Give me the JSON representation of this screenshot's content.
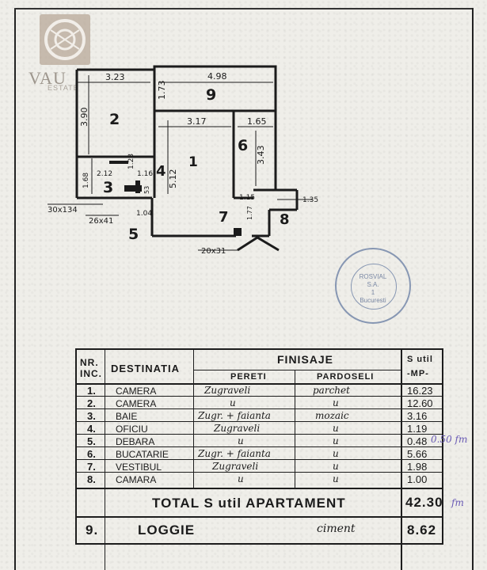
{
  "logo": {
    "text": "VAU",
    "sub": "ESTATE"
  },
  "plan": {
    "rooms": [
      "1",
      "2",
      "3",
      "4",
      "5",
      "6",
      "7",
      "8",
      "9"
    ],
    "dims": {
      "w_2": "3.23",
      "w_9": "4.98",
      "h_2": "3.90",
      "h_9": "1.73",
      "w_1": "3.17",
      "w_6": "1.65",
      "h_6": "3.43",
      "h_1": "5.12",
      "d_212": "2.12",
      "d_123": "1.23",
      "d_16": "1.16",
      "d_168": "1.68",
      "d_53": "53",
      "d_104": "1.04",
      "d_115": "1.15",
      "d_177": "1.77",
      "d_135": "1.35",
      "dim_a": "30x134",
      "dim_b": "26x41",
      "dim_c": "20x31"
    }
  },
  "stamp": {
    "line1": "ROSVIAL",
    "line2": "S.A.",
    "line3": "1",
    "line4": "Bucuresti"
  },
  "table": {
    "h_nr": "NR.",
    "h_nr2": "INC.",
    "h_dest": "DESTINATIA",
    "h_finisaje": "FINISAJE",
    "h_pereti": "PERETI",
    "h_pardoseli": "PARDOSELI",
    "h_sutil": "S util",
    "h_mp": "-MP-",
    "rows": [
      {
        "nr": "1.",
        "dest": "CAMERA",
        "pereti": "Zugraveli",
        "pardoseli": "parchet",
        "s": "16.23",
        "note": ""
      },
      {
        "nr": "2.",
        "dest": "CAMERA",
        "pereti": "u",
        "pardoseli": "u",
        "s": "12.60",
        "note": ""
      },
      {
        "nr": "3.",
        "dest": "BAIE",
        "pereti": "Zugr. + faianta",
        "pardoseli": "mozaic",
        "s": "3.16",
        "note": ""
      },
      {
        "nr": "4.",
        "dest": "OFICIU",
        "pereti": "Zugraveli",
        "pardoseli": "u",
        "s": "1.19",
        "note": ""
      },
      {
        "nr": "5.",
        "dest": "DEBARA",
        "pereti": "u",
        "pardoseli": "u",
        "s": "0.48",
        "note": "0.50 fm"
      },
      {
        "nr": "6.",
        "dest": "BUCATARIE",
        "pereti": "Zugr. + faianta",
        "pardoseli": "u",
        "s": "5.66",
        "note": ""
      },
      {
        "nr": "7.",
        "dest": "VESTIBUL",
        "pereti": "Zugraveli",
        "pardoseli": "u",
        "s": "1.98",
        "note": ""
      },
      {
        "nr": "8.",
        "dest": "CAMARA",
        "pereti": "u",
        "pardoseli": "u",
        "s": "1.00",
        "note": ""
      }
    ],
    "total_label": "TOTAL S util APARTAMENT",
    "total_value": "42.30",
    "total_note": "fm",
    "loggia_nr": "9.",
    "loggia_label": "LOGGIE",
    "loggia_finish": "ciment",
    "loggia_value": "8.62"
  }
}
